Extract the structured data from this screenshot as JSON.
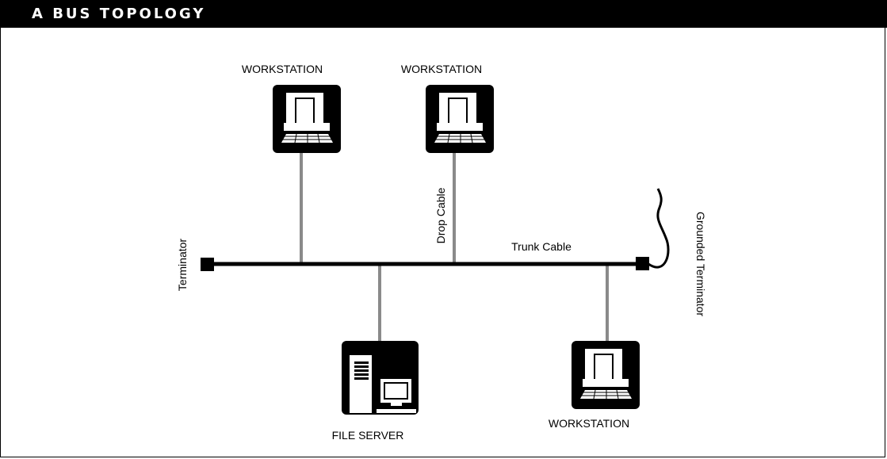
{
  "header": {
    "title": "A BUS TOPOLOGY"
  },
  "labels": {
    "workstation_top_left": "WORKSTATION",
    "workstation_top_right": "WORKSTATION",
    "workstation_bottom": "WORKSTATION",
    "file_server": "FILE SERVER",
    "trunk_cable": "Trunk Cable",
    "drop_cable": "Drop Cable",
    "terminator": "Terminator",
    "grounded_terminator": "Grounded Terminator"
  },
  "colors": {
    "trunk": "#000000",
    "drop_cable": "#8a8a8a",
    "device": "#000000"
  }
}
